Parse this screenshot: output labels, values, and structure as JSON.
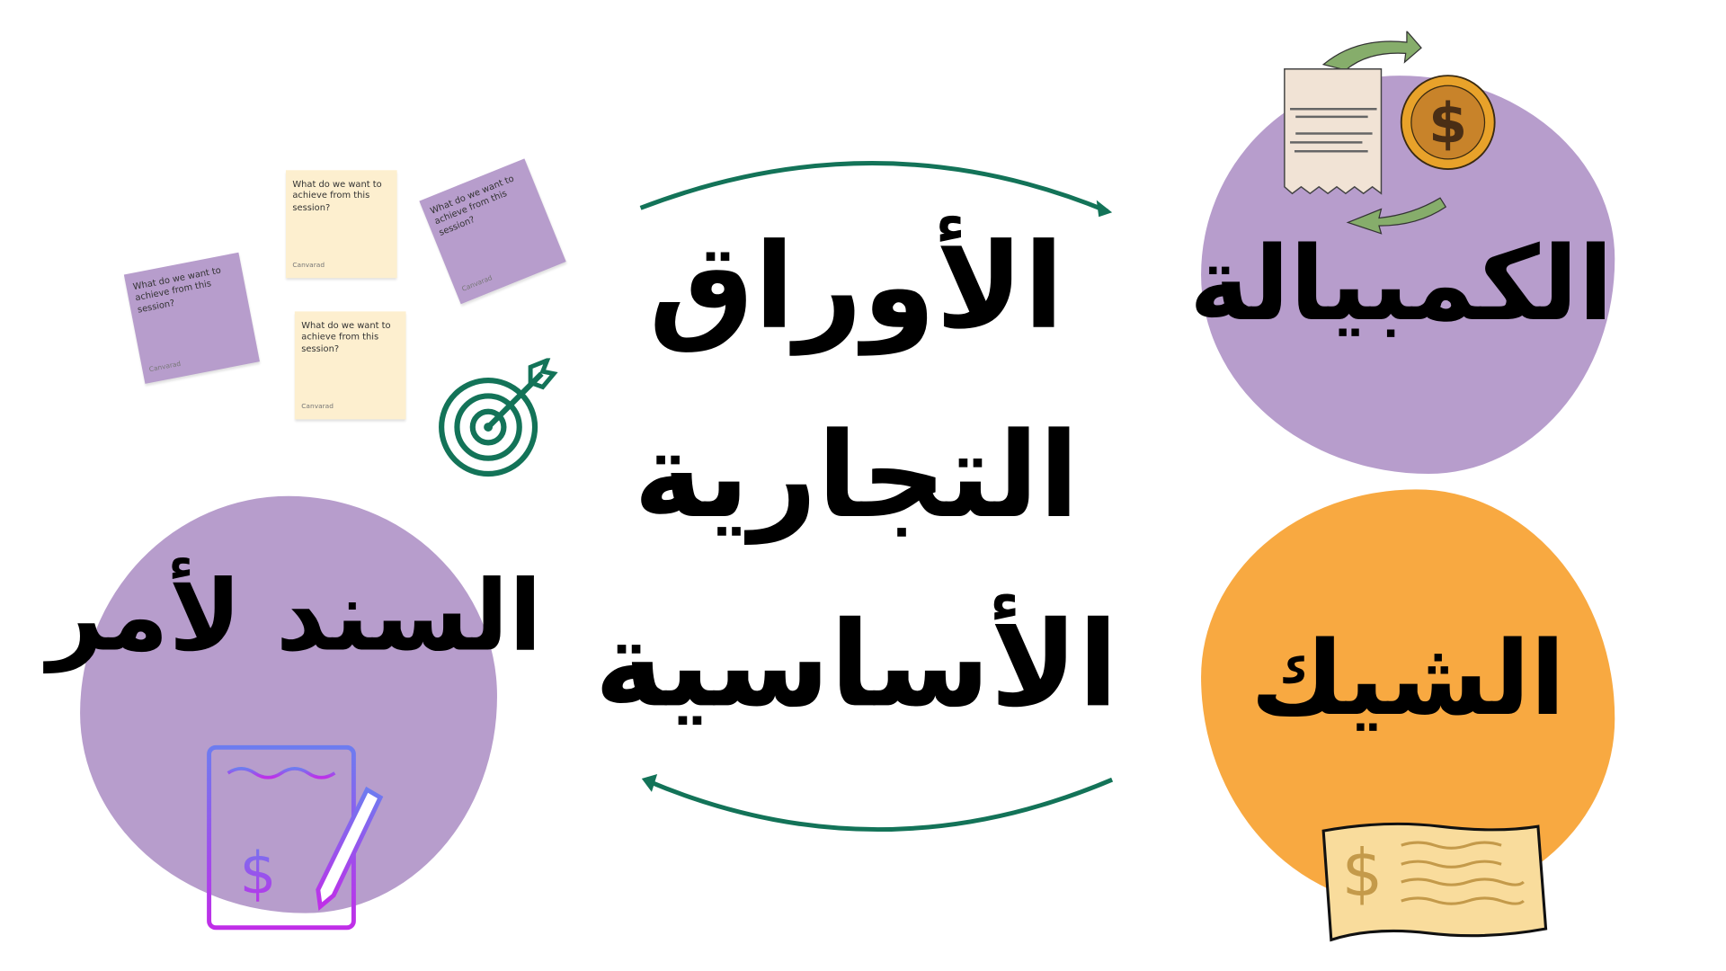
{
  "title": {
    "lines": [
      "الأوراق",
      "التجارية",
      "الأساسية"
    ]
  },
  "nodes": {
    "bill_of_exchange": "الكمبيالة",
    "cheque": "الشيك",
    "promissory_note": "السند لأمر"
  },
  "sticky_notes": [
    {
      "text": "What do we want to achieve from this session?",
      "brand": "Canvarad",
      "color": "#b79dcc"
    },
    {
      "text": "What do we want to achieve from this session?",
      "brand": "Canvarad",
      "color": "#fdefcf"
    },
    {
      "text": "What do we want to achieve from this session?",
      "brand": "Canvarad",
      "color": "#b79dcc"
    },
    {
      "text": "What do we want to achieve from this session?",
      "brand": "Canvarad",
      "color": "#fdefcf"
    }
  ],
  "colors": {
    "purple": "#b79dcc",
    "orange": "#f8a941",
    "arrow": "#137358"
  }
}
